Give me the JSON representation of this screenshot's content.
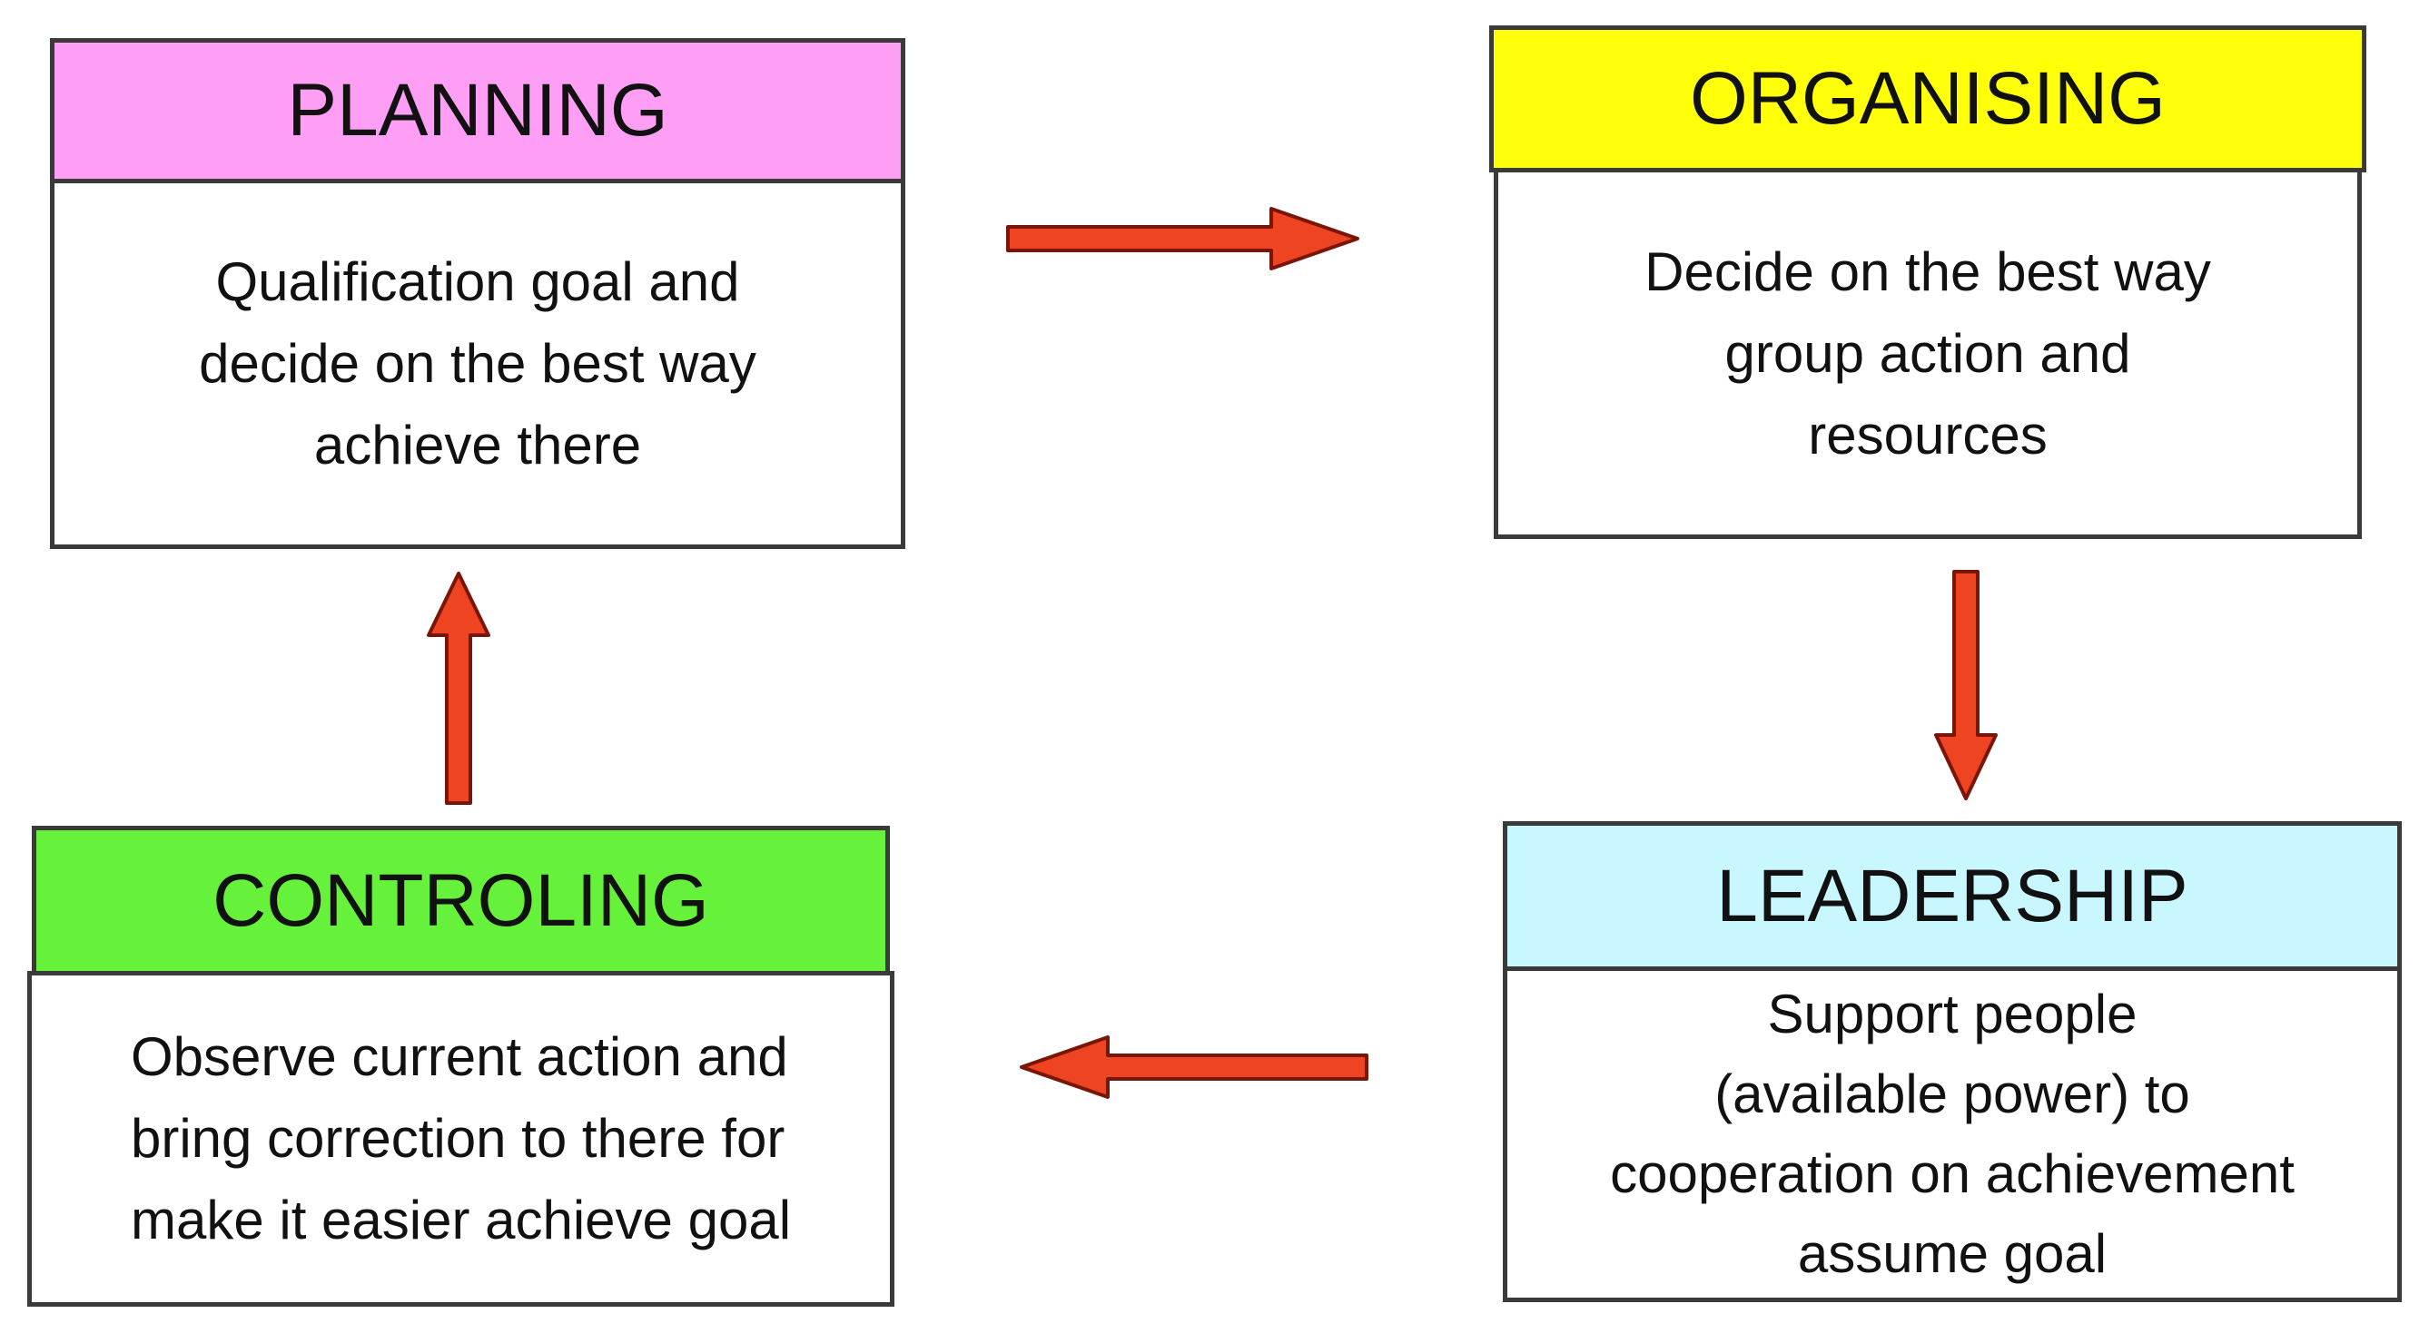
{
  "colors": {
    "planning": "#ff9ef5",
    "organising": "#ffff0a",
    "leadership": "#c9f7ff",
    "controling": "#66f23a",
    "arrow_fill": "#ee4422",
    "arrow_stroke": "#7a1608",
    "border": "#3a3a3a"
  },
  "boxes": [
    {
      "id": "planning",
      "title": "PLANNING",
      "lines": [
        "Qualification goal and",
        "decide on the best way",
        "achieve there"
      ]
    },
    {
      "id": "organising",
      "title": "ORGANISING",
      "lines": [
        "Decide on the best way",
        "group action and",
        "resources"
      ]
    },
    {
      "id": "leadership",
      "title": "LEADERSHIP",
      "lines": [
        "Support people",
        "(available power) to",
        "cooperation on achievement",
        "assume goal"
      ]
    },
    {
      "id": "controling",
      "title": "CONTROLING",
      "lines": [
        "Observe current action and",
        "bring correction to there for",
        "make it easier achieve goal"
      ]
    }
  ],
  "arrows": [
    {
      "name": "arrow-planning-to-organising",
      "direction": "right"
    },
    {
      "name": "arrow-organising-to-leadership",
      "direction": "down"
    },
    {
      "name": "arrow-leadership-to-controling",
      "direction": "left"
    },
    {
      "name": "arrow-controling-to-planning",
      "direction": "up"
    }
  ]
}
